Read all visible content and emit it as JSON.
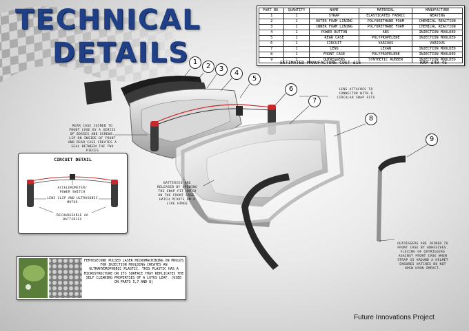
{
  "title": {
    "line1": "TECHNICAL",
    "line2": "DETAILS"
  },
  "parts_table": {
    "headers": [
      "PART NO.",
      "QUANTITY",
      "NAME",
      "MATERIAL",
      "MANUFACTURE"
    ],
    "rows": [
      [
        "1",
        "1",
        "STRAP",
        "ELASTICATED FABRIC",
        "WEAVING"
      ],
      [
        "2",
        "1",
        "OUTER FOAM LINING",
        "POLYURETHANE FOAM",
        "CHEMICAL REACTION"
      ],
      [
        "3",
        "1",
        "INNER FOAM LINING",
        "POLYURETHANE FOAM",
        "CHEMICAL REACTION"
      ],
      [
        "4",
        "1",
        "POWER BUTTON",
        "ABS",
        "INJECTION MOULDED"
      ],
      [
        "5",
        "1",
        "REAR CASE",
        "POLYPROPELENE",
        "INJECTION MOULDED"
      ],
      [
        "6",
        "1",
        "CIRCUIT",
        "VARIOUS",
        "VARIOUS"
      ],
      [
        "7",
        "1",
        "LENS",
        "LEXAN",
        "INJECTION MOULDED"
      ],
      [
        "8",
        "1",
        "FRONT CASE",
        "POLYPROPELENE",
        "INJECTION MOULDED"
      ],
      [
        "9",
        "2",
        "OUTRIGGERS",
        "SYNTHETIC RUBBER",
        "INJECTION MOULDED"
      ]
    ]
  },
  "cost": "ESTIMATED MANUFACTURE COST £15",
  "rrp": "RRP £40-45",
  "callouts": [
    "1",
    "2",
    "3",
    "4",
    "5",
    "6",
    "7",
    "8",
    "9"
  ],
  "notes": {
    "rear_case": "REAR CASE JOINED TO FRONT CASE BY A SERIES OF BOSSES AND SCREWS. LIP ON INSIDE OF FRONT AND REAR CASE CREATES A SEAL BETWEEN THE TWO PIECES",
    "lens": "LENS ATTACHES TO CONNECTOR WITH 8 CIRCULAR SNAP FITS",
    "batteries": "BATTERIES ARE RELEASED BY OPENING THE SNAP FIT HATCH ON THE FRONT CASE. HATCH PIVOTS ON A LIVE HINGE",
    "outriggers": "OUTRIGGERS ARE JOINED TO FRONT CASE BY ADHESIVES. FLEXING OF OUTRIGGERS AGAINST FRONT CASE WHEN STRAP IS AROUND A HELMET ENSURES HATCHES DO NOT OPEN UPON IMPACT."
  },
  "circuit_detail": {
    "title": "CIRCUIT DETAIL",
    "accelerometer": "ACCELEROMETER/ POWER SWITCH",
    "lens_clip": "LENS CLIP AND ULTRASONIC MOTOR",
    "batteries": "RECHARGEABLE AA BATTERIES"
  },
  "lotus_text": "FEMTOSECOND PULSED LASER MICROMACHINING ON MOULDS FOR INJECTION MOULDING CREATES AN ULTRAHYDROPHOBIC PLASTIC. THIS PLASTIC HAS A MICROSTRUCTURE ON ITS SURFACE THAT REPLICATES THE SELF CLEANING PROPERTIES OF A LOTUS LEAF. (USED ON PARTS 5,7 AND 8)",
  "footer": "Future Innovations Project",
  "colors": {
    "title": "#1f3f86",
    "battery_red": "#c8282a",
    "background": "#e2e2e2"
  }
}
